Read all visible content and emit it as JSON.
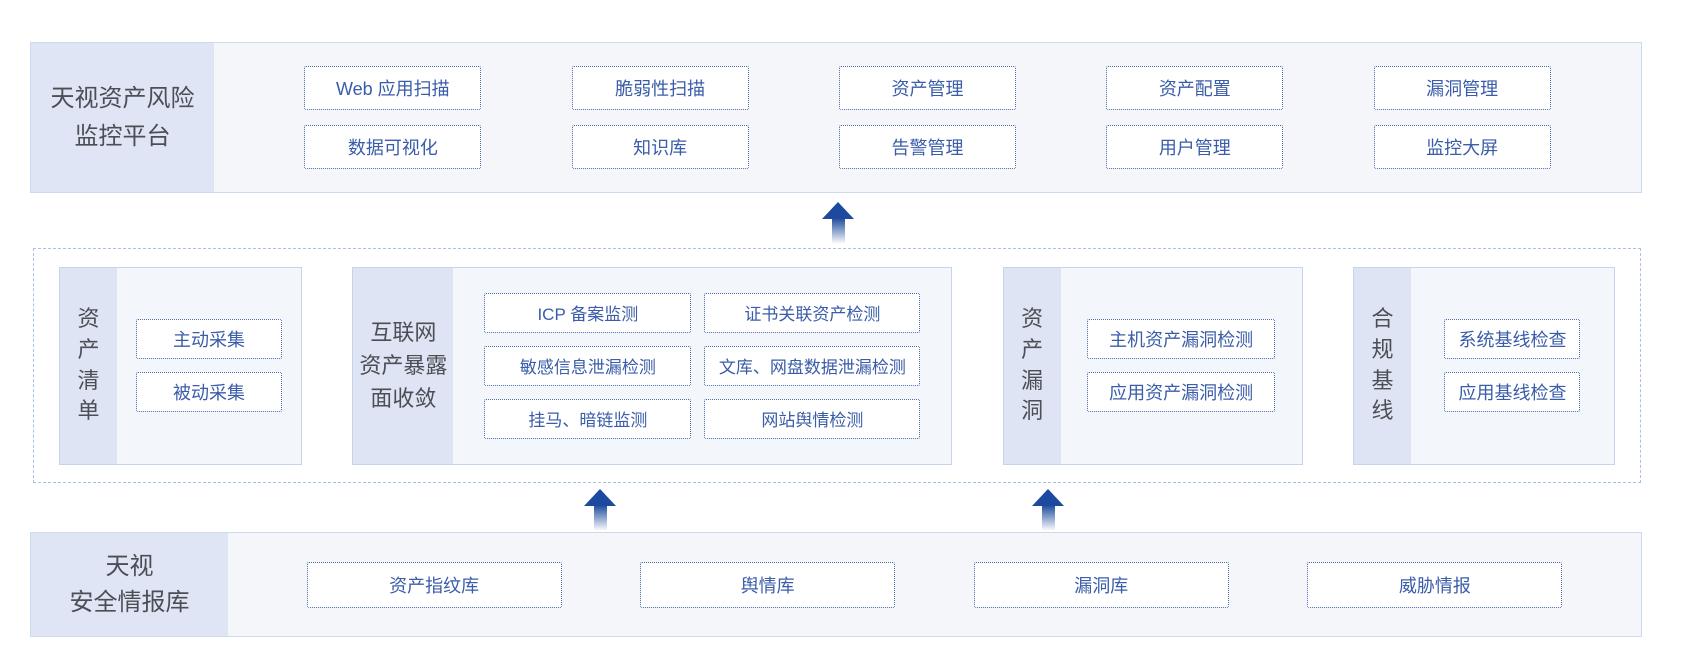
{
  "colors": {
    "chip_text": "#3a5ca9",
    "chip_border": "#4a68ae",
    "band_bg": "#f4f6fa",
    "label_strip_bg": "#dfe5f4",
    "label_text": "#4b4f55",
    "dashed_border": "#a9c1e4",
    "arrow": "#1d4a9e"
  },
  "platform": {
    "title_lines": [
      "天视资产风险",
      "监控平台"
    ],
    "modules": [
      [
        "Web 应用扫描",
        "脆弱性扫描",
        "资产管理",
        "资产配置",
        "漏洞管理"
      ],
      [
        "数据可视化",
        "知识库",
        "告警管理",
        "用户管理",
        "监控大屏"
      ]
    ]
  },
  "capability_layer": {
    "groups": [
      {
        "label": "资产清单",
        "items": [
          "主动采集",
          "被动采集"
        ]
      },
      {
        "label_lines": [
          "互联网",
          "资产暴露",
          "面收敛"
        ],
        "rows": [
          [
            "ICP 备案监测",
            "证书关联资产检测"
          ],
          [
            "敏感信息泄漏检测",
            "文库、网盘数据泄漏检测"
          ],
          [
            "挂马、暗链监测",
            "网站舆情检测"
          ]
        ]
      },
      {
        "label": "资产漏洞",
        "items": [
          "主机资产漏洞检测",
          "应用资产漏洞检测"
        ]
      },
      {
        "label": "合规基线",
        "items": [
          "系统基线检查",
          "应用基线检查"
        ]
      }
    ]
  },
  "intel_base": {
    "title_lines": [
      "天视",
      "安全情报库"
    ],
    "items": [
      "资产指纹库",
      "舆情库",
      "漏洞库",
      "威胁情报"
    ]
  }
}
